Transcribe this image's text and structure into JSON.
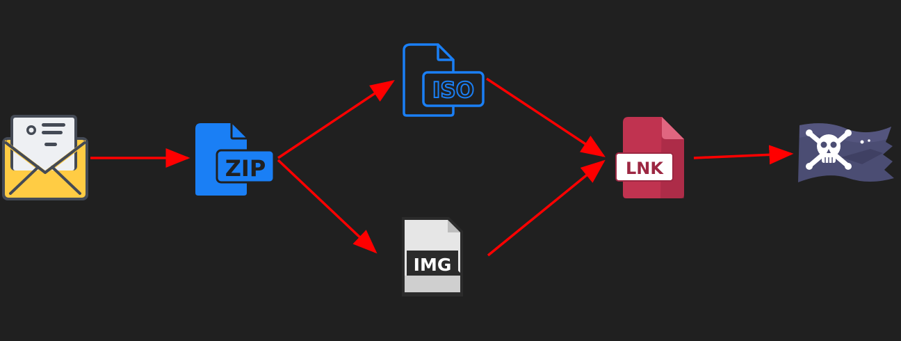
{
  "colors": {
    "background": "#202020",
    "arrow": "#ff0000",
    "zip": "#1a7ff5",
    "iso": "#1a7ff5",
    "img_paper": "#e6e6e6",
    "img_label": "#2b2b2b",
    "lnk": "#c03350",
    "lnk_dark": "#9c2742",
    "email_envelope": "#ffcc44",
    "email_outline": "#444a55",
    "flag": "#4b4d73"
  },
  "nodes": {
    "email": {
      "icon": "email-envelope-icon"
    },
    "zip": {
      "icon": "zip-file-icon",
      "label": "ZIP"
    },
    "iso": {
      "icon": "iso-file-icon",
      "label": "ISO"
    },
    "img": {
      "icon": "img-file-icon",
      "label": "IMG"
    },
    "lnk": {
      "icon": "lnk-file-icon",
      "label": "LNK"
    },
    "pirate": {
      "icon": "pirate-flag-icon"
    }
  },
  "edges": [
    {
      "from": "email",
      "to": "zip"
    },
    {
      "from": "zip",
      "to": "iso"
    },
    {
      "from": "zip",
      "to": "img"
    },
    {
      "from": "iso",
      "to": "lnk"
    },
    {
      "from": "img",
      "to": "lnk"
    },
    {
      "from": "lnk",
      "to": "pirate"
    }
  ]
}
